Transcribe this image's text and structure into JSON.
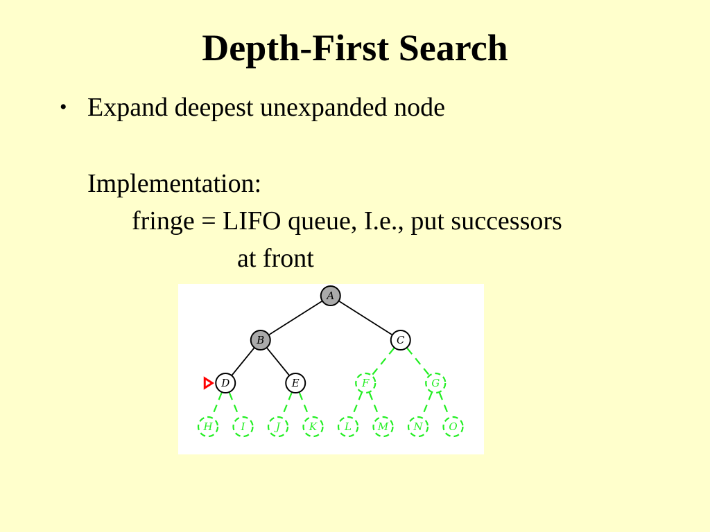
{
  "slide": {
    "title": "Depth-First Search",
    "bullet": "•",
    "line1": "Expand deepest unexpanded node",
    "line2": "Implementation:",
    "line3": "fringe = LIFO queue, I.e., put successors",
    "line4": "at front"
  },
  "tree": {
    "nodes": [
      {
        "id": "A",
        "state": "expanded"
      },
      {
        "id": "B",
        "state": "expanded"
      },
      {
        "id": "C",
        "state": "fringe"
      },
      {
        "id": "D",
        "state": "fringe"
      },
      {
        "id": "E",
        "state": "fringe"
      },
      {
        "id": "F",
        "state": "unexplored"
      },
      {
        "id": "G",
        "state": "unexplored"
      },
      {
        "id": "H",
        "state": "unexplored"
      },
      {
        "id": "I",
        "state": "unexplored"
      },
      {
        "id": "J",
        "state": "unexplored"
      },
      {
        "id": "K",
        "state": "unexplored"
      },
      {
        "id": "L",
        "state": "unexplored"
      },
      {
        "id": "M",
        "state": "unexplored"
      },
      {
        "id": "N",
        "state": "unexplored"
      },
      {
        "id": "O",
        "state": "unexplored"
      }
    ],
    "current": "D",
    "colors": {
      "expanded_fill": "#aaaaaa",
      "fringe_fill": "#ffffff",
      "unexplored": "#22ee22",
      "edge": "#000000",
      "marker": "#ff0000"
    }
  }
}
